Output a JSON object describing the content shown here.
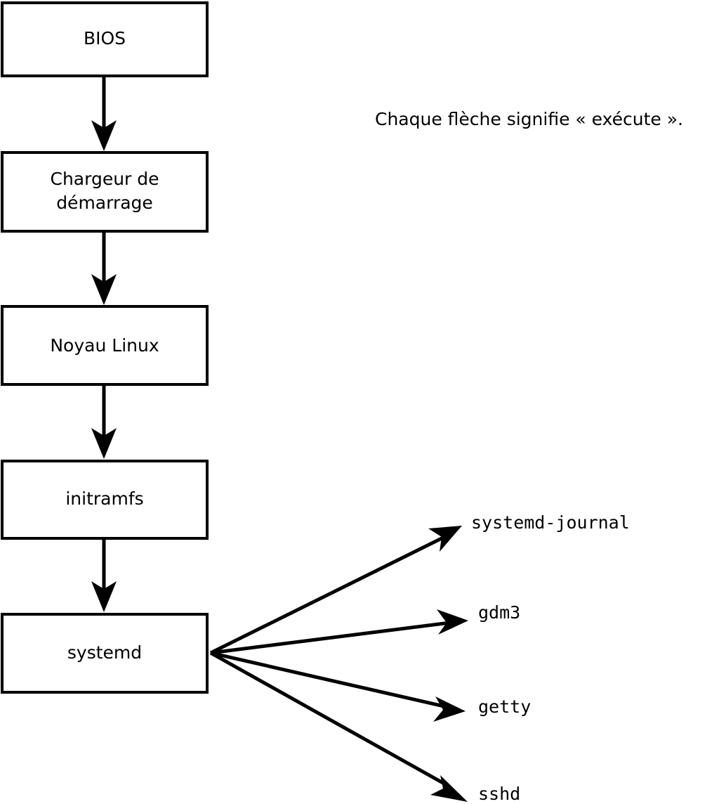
{
  "diagram": {
    "title_note": "Chaque flèche signifie « exécute ».",
    "boot_chain": [
      {
        "id": "bios",
        "label": "BIOS",
        "label_line2": ""
      },
      {
        "id": "bootloader",
        "label": "Chargeur de",
        "label_line2": "démarrage"
      },
      {
        "id": "kernel",
        "label": "Noyau Linux",
        "label_line2": ""
      },
      {
        "id": "initramfs",
        "label": "initramfs",
        "label_line2": ""
      },
      {
        "id": "systemd",
        "label": "systemd",
        "label_line2": ""
      }
    ],
    "services": [
      {
        "id": "systemd-journal",
        "label": "systemd-journal"
      },
      {
        "id": "gdm3",
        "label": "gdm3"
      },
      {
        "id": "getty",
        "label": "getty"
      },
      {
        "id": "sshd",
        "label": "sshd"
      }
    ],
    "colors": {
      "stroke": "#000000",
      "fill": "#ffffff",
      "text": "#000000"
    }
  }
}
